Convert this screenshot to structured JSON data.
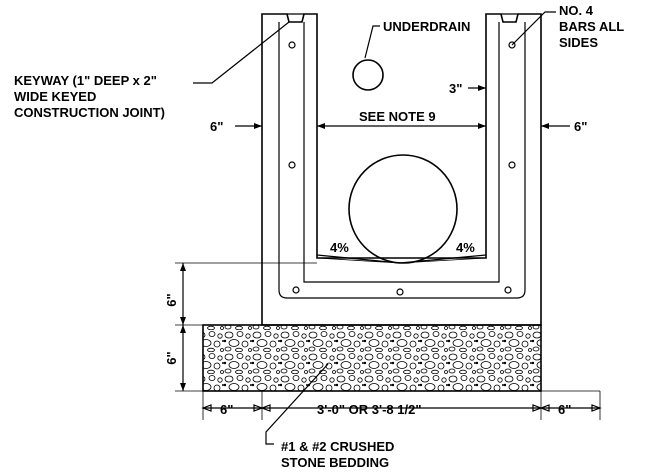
{
  "labels": {
    "underdrain": "UNDERDRAIN",
    "bars_line1": "NO. 4",
    "bars_line2": "BARS ALL",
    "bars_line3": "SIDES",
    "keyway_line1": "KEYWAY (1\" DEEP x 2\"",
    "keyway_line2": "WIDE KEYED",
    "keyway_line3": "CONSTRUCTION JOINT)",
    "see_note": "SEE NOTE 9",
    "slope_left": "4%",
    "slope_right": "4%",
    "bedding_line1": "#1 & #2 CRUSHED",
    "bedding_line2": "STONE BEDDING"
  },
  "dimensions": {
    "wall_left": "6\"",
    "wall_right": "6\"",
    "clear_3": "3\"",
    "base_thickness": "6\"",
    "bedding_thickness": "6\"",
    "bottom_left": "6\"",
    "bottom_center": "3'-0\" OR 3'-8 1/2\"",
    "bottom_right": "6\""
  }
}
